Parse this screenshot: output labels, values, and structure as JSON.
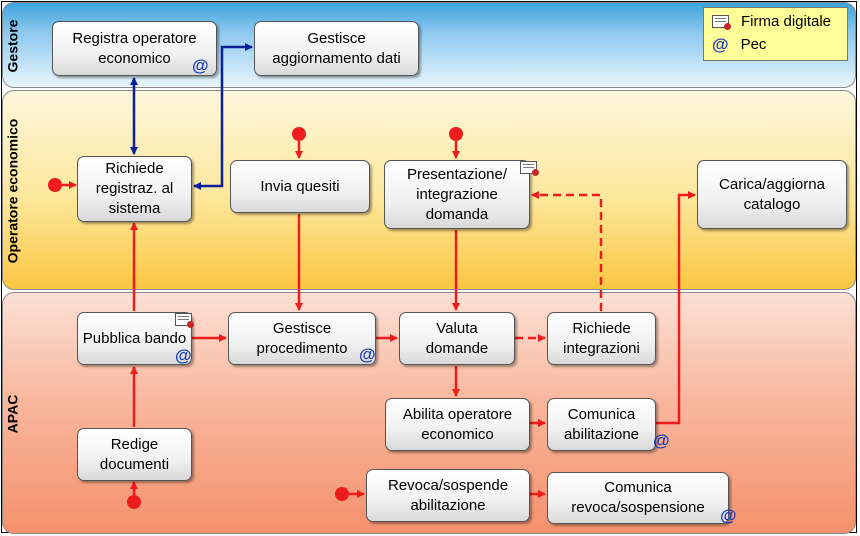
{
  "lanes": {
    "gestore": "Gestore",
    "operatore": "Operatore economico",
    "apac": "APAC"
  },
  "legend": {
    "firma_digitale": "Firma digitale",
    "pec": "Pec",
    "pec_symbol": "@"
  },
  "boxes": {
    "registra_operatore": "Registra operatore economico",
    "gestisce_aggiornamento": "Gestisce aggiornamento dati",
    "richiede_registrazione": "Richiede registraz. al sistema",
    "invia_quesiti": "Invia quesiti",
    "presentazione_domanda": "Presentazione/ integrazione domanda",
    "carica_catalogo": "Carica/aggiorna catalogo",
    "pubblica_bando": "Pubblica bando",
    "gestisce_procedimento": "Gestisce procedimento",
    "valuta_domande": "Valuta domande",
    "richiede_integrazioni": "Richiede integrazioni",
    "abilita_operatore": "Abilita operatore economico",
    "comunica_abilitazione": "Comunica abilitazione",
    "redige_documenti": "Redige documenti",
    "revoca_sospende": "Revoca/sospende abilitazione",
    "comunica_revoca": "Comunica revoca/sospensione"
  },
  "colors": {
    "flow_red": "#ee1c1c",
    "flow_blue": "#0b1f99",
    "pec_blue": "#1b3fb8",
    "legend_bg": "#ffff99"
  }
}
